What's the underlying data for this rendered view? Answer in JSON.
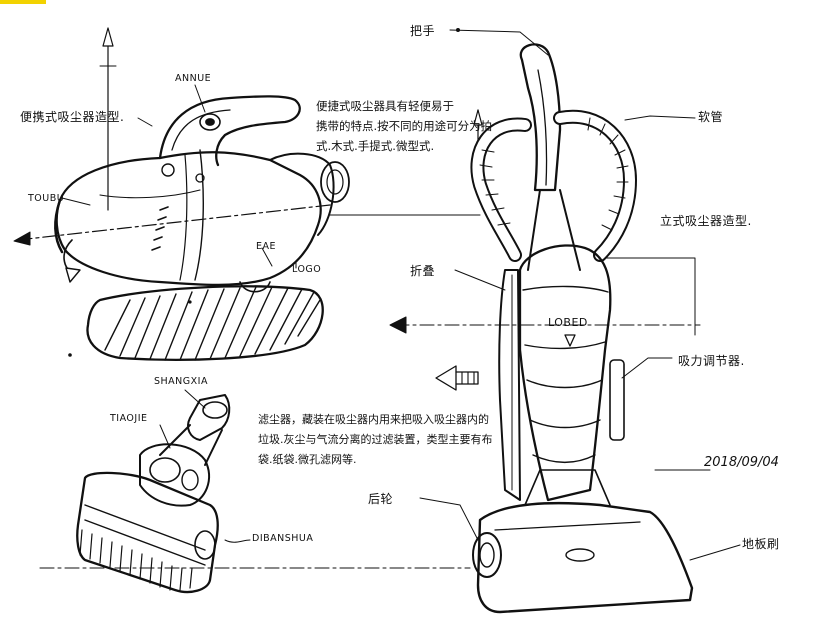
{
  "colors": {
    "ink": "#111111",
    "paper": "#ffffff",
    "corner_mark": "#f2d200"
  },
  "labels": {
    "handheld_title": "便携式吸尘器造型.",
    "annue": "ANNUE",
    "touBu": "TOUBU",
    "eae": "EAE",
    "logo": "LOGO",
    "shangxia": "SHANGXIA",
    "tiaojie": "TIAOJIE",
    "dibanshua": "DIBANSHUA",
    "handle": "把手",
    "hose": "软管",
    "upright_title": "立式吸尘器造型.",
    "fold": "折叠",
    "lobed": "LOBED",
    "suction_adjust": "吸力调节器.",
    "date": "2018/09/04",
    "rear_wheel": "后轮",
    "floor_brush": "地板刷"
  },
  "notes": {
    "portable": [
      "便捷式吸尘器具有轻便易于",
      "携带的特点.按不同的用途可分为拍",
      "式.木式.手提式.微型式."
    ],
    "filter": [
      "滤尘器，藏装在吸尘器内用来把吸入吸尘器内的",
      "垃圾.灰尘与气流分离的过滤装置，类型主要有布",
      "袋.纸袋.微孔滤网等."
    ]
  }
}
